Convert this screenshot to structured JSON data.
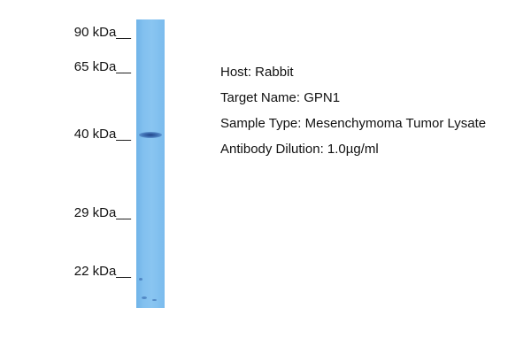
{
  "markers": [
    {
      "label": "90 kDa__"
    },
    {
      "label": "65 kDa__"
    },
    {
      "label": "40 kDa__"
    },
    {
      "label": "29 kDa__"
    },
    {
      "label": "22 kDa__"
    }
  ],
  "blot": {
    "lane_color": "#82c0ef",
    "band_color": "#2a5aa8"
  },
  "info": {
    "host": "Host: Rabbit",
    "target": "Target Name: GPN1",
    "sample": "Sample Type: Mesenchymoma Tumor Lysate",
    "dilution": "Antibody Dilution: 1.0µg/ml"
  }
}
